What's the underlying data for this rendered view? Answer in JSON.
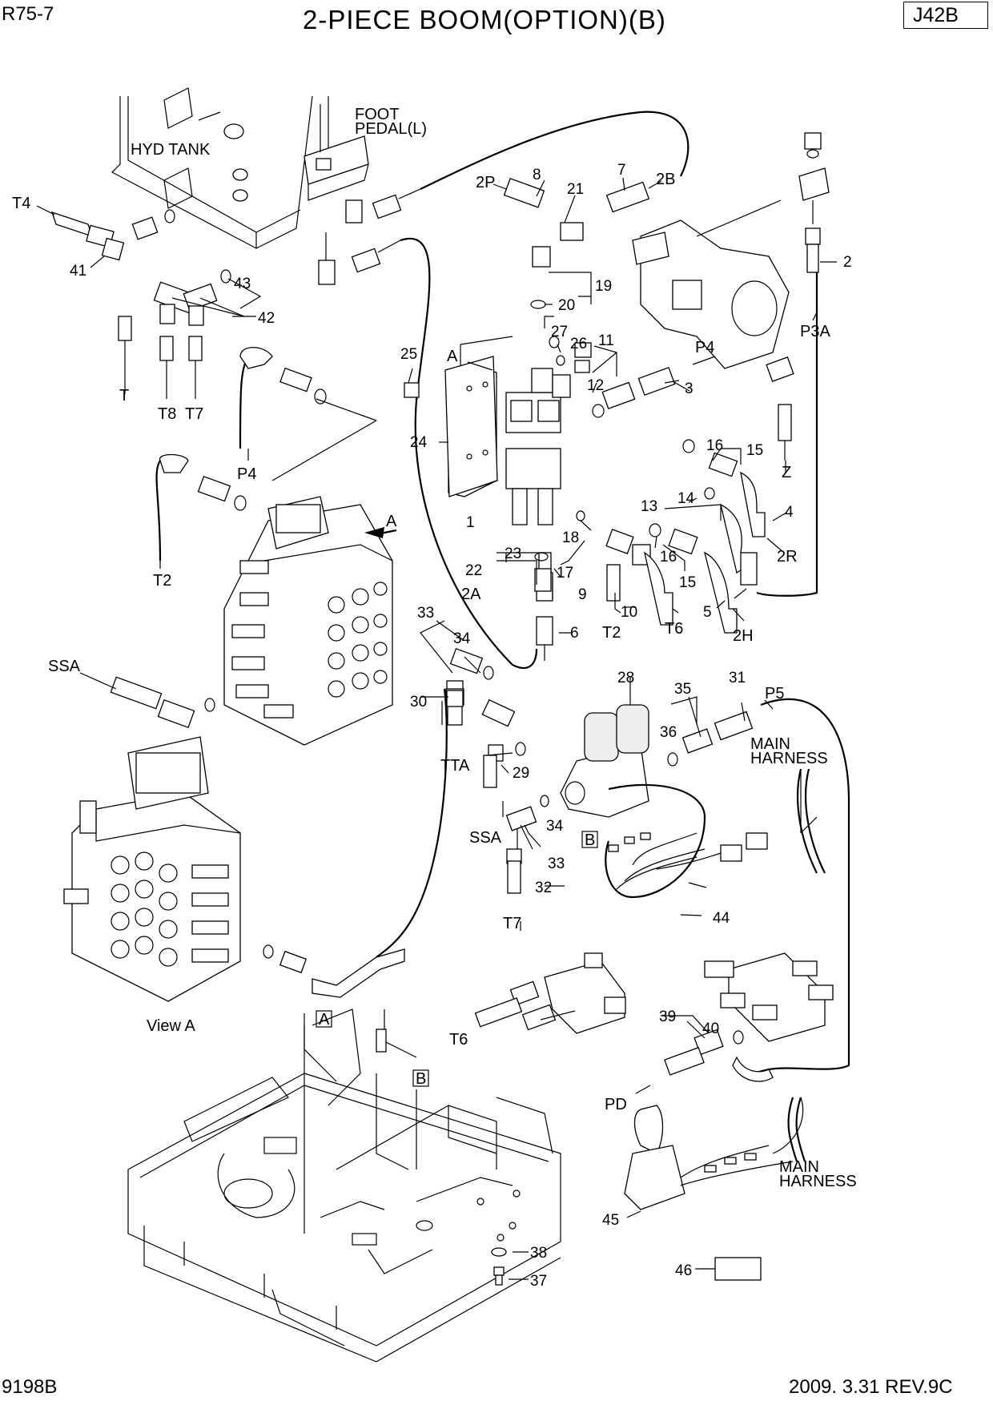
{
  "header": {
    "model": "R75-7",
    "title": "2-PIECE BOOM(OPTION)(B)",
    "page_code": "J42B"
  },
  "footer": {
    "figure_number": "9198B",
    "revision": "2009. 3.31 REV.9C"
  },
  "component_labels": {
    "hyd_tank": "HYD TANK",
    "foot_pedal_1": "FOOT",
    "foot_pedal_2": "PEDAL(L)",
    "main_harness_1a": "MAIN",
    "main_harness_1b": "HARNESS",
    "main_harness_2a": "MAIN",
    "main_harness_2b": "HARNESS",
    "view_a": "View A",
    "detail_a": "A",
    "detail_b": "B",
    "arrow_a": "A",
    "plate_a": "A"
  },
  "port_labels": {
    "T4": "T4",
    "T": "T",
    "T8": "T8",
    "T7a": "T7",
    "P4a": "P4",
    "T2a": "T2",
    "SSAa": "SSA",
    "TTA": "TTA",
    "SSAb": "SSA",
    "T7b": "T7",
    "T6a": "T6",
    "PD": "PD",
    "P5": "P5",
    "P3A": "P3A",
    "P4b": "P4",
    "Z": "Z",
    "R2": "2R",
    "H2": "2H",
    "T6b": "T6",
    "T2b": "T2",
    "A2": "2A",
    "P2": "2P",
    "B2": "2B"
  },
  "part_numbers": {
    "n1": "1",
    "n2": "2",
    "n3": "3",
    "n4": "4",
    "n5": "5",
    "n6": "6",
    "n7": "7",
    "n8": "8",
    "n9": "9",
    "n10": "10",
    "n11": "11",
    "n12": "12",
    "n13": "13",
    "n14": "14",
    "n15a": "15",
    "n15b": "15",
    "n16a": "16",
    "n16b": "16",
    "n17": "17",
    "n18": "18",
    "n19": "19",
    "n20": "20",
    "n21": "21",
    "n22": "22",
    "n23": "23",
    "n24": "24",
    "n25": "25",
    "n26": "26",
    "n27": "27",
    "n28": "28",
    "n29": "29",
    "n30": "30",
    "n31": "31",
    "n32": "32",
    "n33a": "33",
    "n33b": "33",
    "n34a": "34",
    "n34b": "34",
    "n35": "35",
    "n36": "36",
    "n37": "37",
    "n38": "38",
    "n39": "39",
    "n40": "40",
    "n41": "41",
    "n42": "42",
    "n43": "43",
    "n44": "44",
    "n45": "45",
    "n46": "46"
  }
}
